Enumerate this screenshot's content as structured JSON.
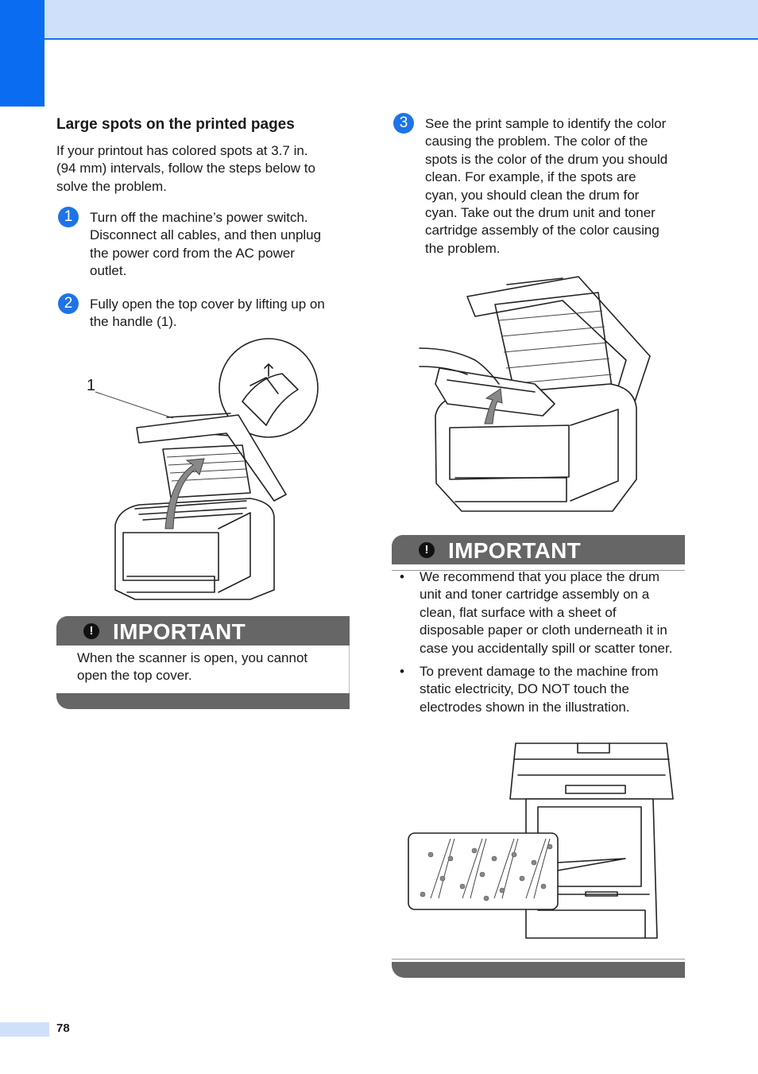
{
  "section_title": "Large spots on the printed pages",
  "intro_lines": [
    "If your printout has colored spots at 3.7 in.",
    "(94 mm) intervals, follow the steps below to",
    "solve the problem."
  ],
  "steps": [
    {
      "number": "1",
      "lines": [
        "Turn off the machine’s power switch.",
        "Disconnect all cables, and then unplug",
        "the power cord from the AC power",
        "outlet."
      ]
    },
    {
      "number": "2",
      "lines": [
        "Fully open the top cover by lifting up on",
        "the handle (1)."
      ]
    },
    {
      "number": "3",
      "lines": [
        "See the print sample to identify the color",
        "causing the problem. The color of the",
        "spots is the color of the drum you should",
        "clean. For example, if the spots are",
        "cyan, you should clean the drum for",
        "cyan. Take out the drum unit and toner",
        "cartridge assembly of the color causing",
        "the problem."
      ]
    }
  ],
  "figure1_callout": "1",
  "important_1": {
    "label": "IMPORTANT",
    "icon": "exclamation-icon",
    "lines": [
      "When the scanner is open, you cannot",
      "open the top cover."
    ]
  },
  "important_2": {
    "label": "IMPORTANT",
    "icon": "exclamation-icon",
    "bullets": [
      {
        "lines": [
          "We recommend that you place the drum",
          "unit and toner cartridge assembly on a",
          "clean, flat surface with a sheet of",
          "disposable paper or cloth underneath it in",
          "case you accidentally spill or scatter toner."
        ]
      },
      {
        "lines": [
          "To prevent damage to the machine from",
          "static electricity, DO NOT touch the",
          "electrodes shown in the illustration."
        ]
      }
    ]
  },
  "page_number": "78",
  "colors": {
    "accent_blue": "#0a6cf0",
    "header_band": "#cfe0fb",
    "step_circle": "#1e74e6",
    "important_bar": "#666666"
  }
}
